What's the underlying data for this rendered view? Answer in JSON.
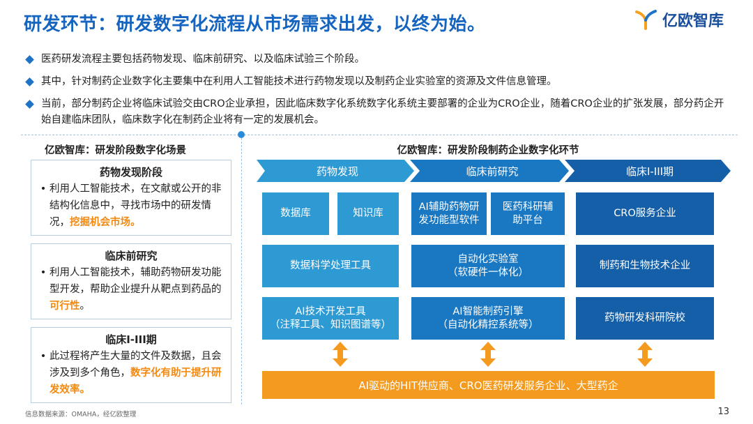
{
  "title": "研发环节：研发数字化流程从市场需求出发，以终为始。",
  "logo": "亿欧智库",
  "bullets": [
    "医药研发流程主要包括药物发现、临床前研究、以及临床试验三个阶段。",
    "其中，针对制药企业数字化主要集中在利用人工智能技术进行药物发现以及制药企业实验室的资源及文件信息管理。",
    "当前，部分制药企业将临床试验交由CRO企业承担，因此临床数字化系统数字化系统主要部署的企业为CRO企业，随着CRO企业的扩张发展，部分药企开始自建临床团队，临床数字化在制药企业将有一定的发展机会。"
  ],
  "left_heading": "亿欧智库：研发阶段数字化场景",
  "right_heading": "亿欧智库：研发阶段制药企业数字化环节",
  "left_boxes": [
    {
      "title": "药物发现阶段",
      "text": "利用人工智能技术，在文献或公开的非结构化信息中，寻找市场中的研发情况，",
      "highlight": "挖掘机会市场。"
    },
    {
      "title": "临床前研究",
      "text": "利用人工智能技术，辅助药物研发功能型开发，帮助企业提升从靶点到药品的",
      "highlight": "可行性",
      "tail": "。"
    },
    {
      "title": "临床I-III期",
      "text": "此过程将产生大量的文件及数据，且会涉及到多个角色，",
      "highlight": "数字化有助于提升研发效率。"
    }
  ],
  "stages": [
    "药物发现",
    "临床前研究",
    "临床I-III期"
  ],
  "cells": {
    "database": "数据库",
    "knowledge_base": "知识库",
    "ai_assist": "AI辅助药物研发功能型软件",
    "research_platform": "医药科研辅助平台",
    "cro_service": "CRO服务企业",
    "data_science": "数据科学处理工具",
    "automation_lab": "自动化实验室",
    "automation_lab_sub": "（软硬件一体化）",
    "pharma_bio": "制药和生物技术企业",
    "ai_dev_tools": "AI技术开发工具",
    "ai_dev_tools_sub": "（注释工具、知识图谱等）",
    "ai_pharma_engine": "AI智能制药引擎",
    "ai_pharma_engine_sub": "（自动化精控系统等）",
    "research_institutes": "药物研发科研院校"
  },
  "bottom_bar": "AI驱动的HIT供应商、CRO医药研发服务企业、大型药企",
  "source": "信息数据来源：OMAHA，经亿欧整理",
  "page_number": "13",
  "colors": {
    "title": "#1565c0",
    "highlight": "#f28a12",
    "stage1": "#2e9ad4",
    "stage2": "#1a77c2",
    "stage3": "#145fa8",
    "orange": "#f39a1f"
  }
}
